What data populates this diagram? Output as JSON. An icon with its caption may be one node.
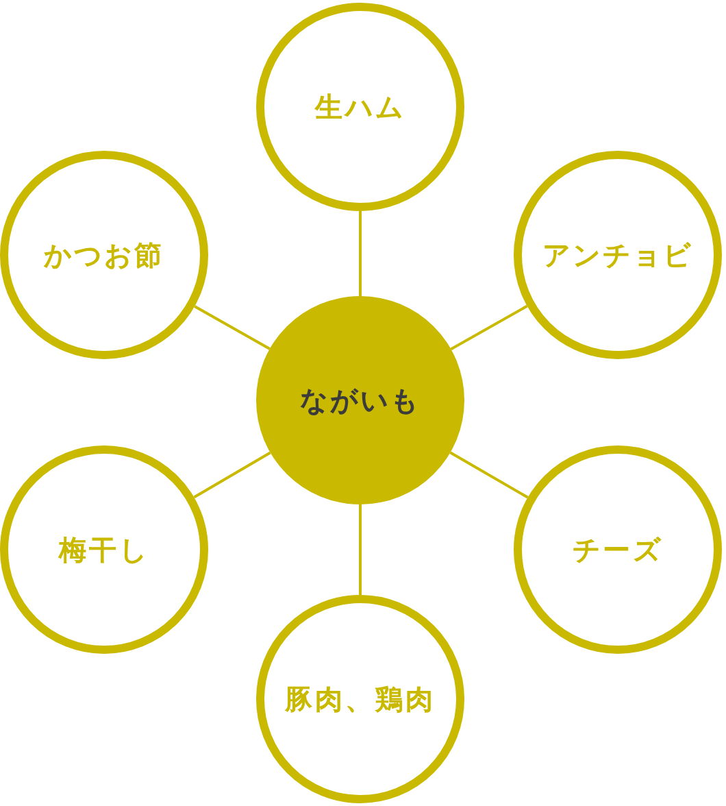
{
  "diagram": {
    "nodes": [
      {
        "text": [
          "生ハム"
        ]
      },
      {
        "text": [
          "かつお節"
        ]
      },
      {
        "text": [
          "アンチョビ"
        ]
      },
      {
        "text": [
          "ながいも"
        ]
      },
      {
        "text": [
          "梅干し"
        ]
      },
      {
        "text": [
          "チーズ"
        ]
      },
      {
        "text": [
          "豚肉、鶏肉"
        ]
      }
    ],
    "edges": [
      {
        "from": 3,
        "to": 0,
        "arrow": "none"
      },
      {
        "from": 3,
        "to": 1,
        "arrow": "none"
      },
      {
        "from": 3,
        "to": 2,
        "arrow": "none"
      },
      {
        "from": 3,
        "to": 4,
        "arrow": "none"
      },
      {
        "from": 3,
        "to": 5,
        "arrow": "none"
      },
      {
        "from": 3,
        "to": 6,
        "arrow": "none"
      }
    ]
  }
}
